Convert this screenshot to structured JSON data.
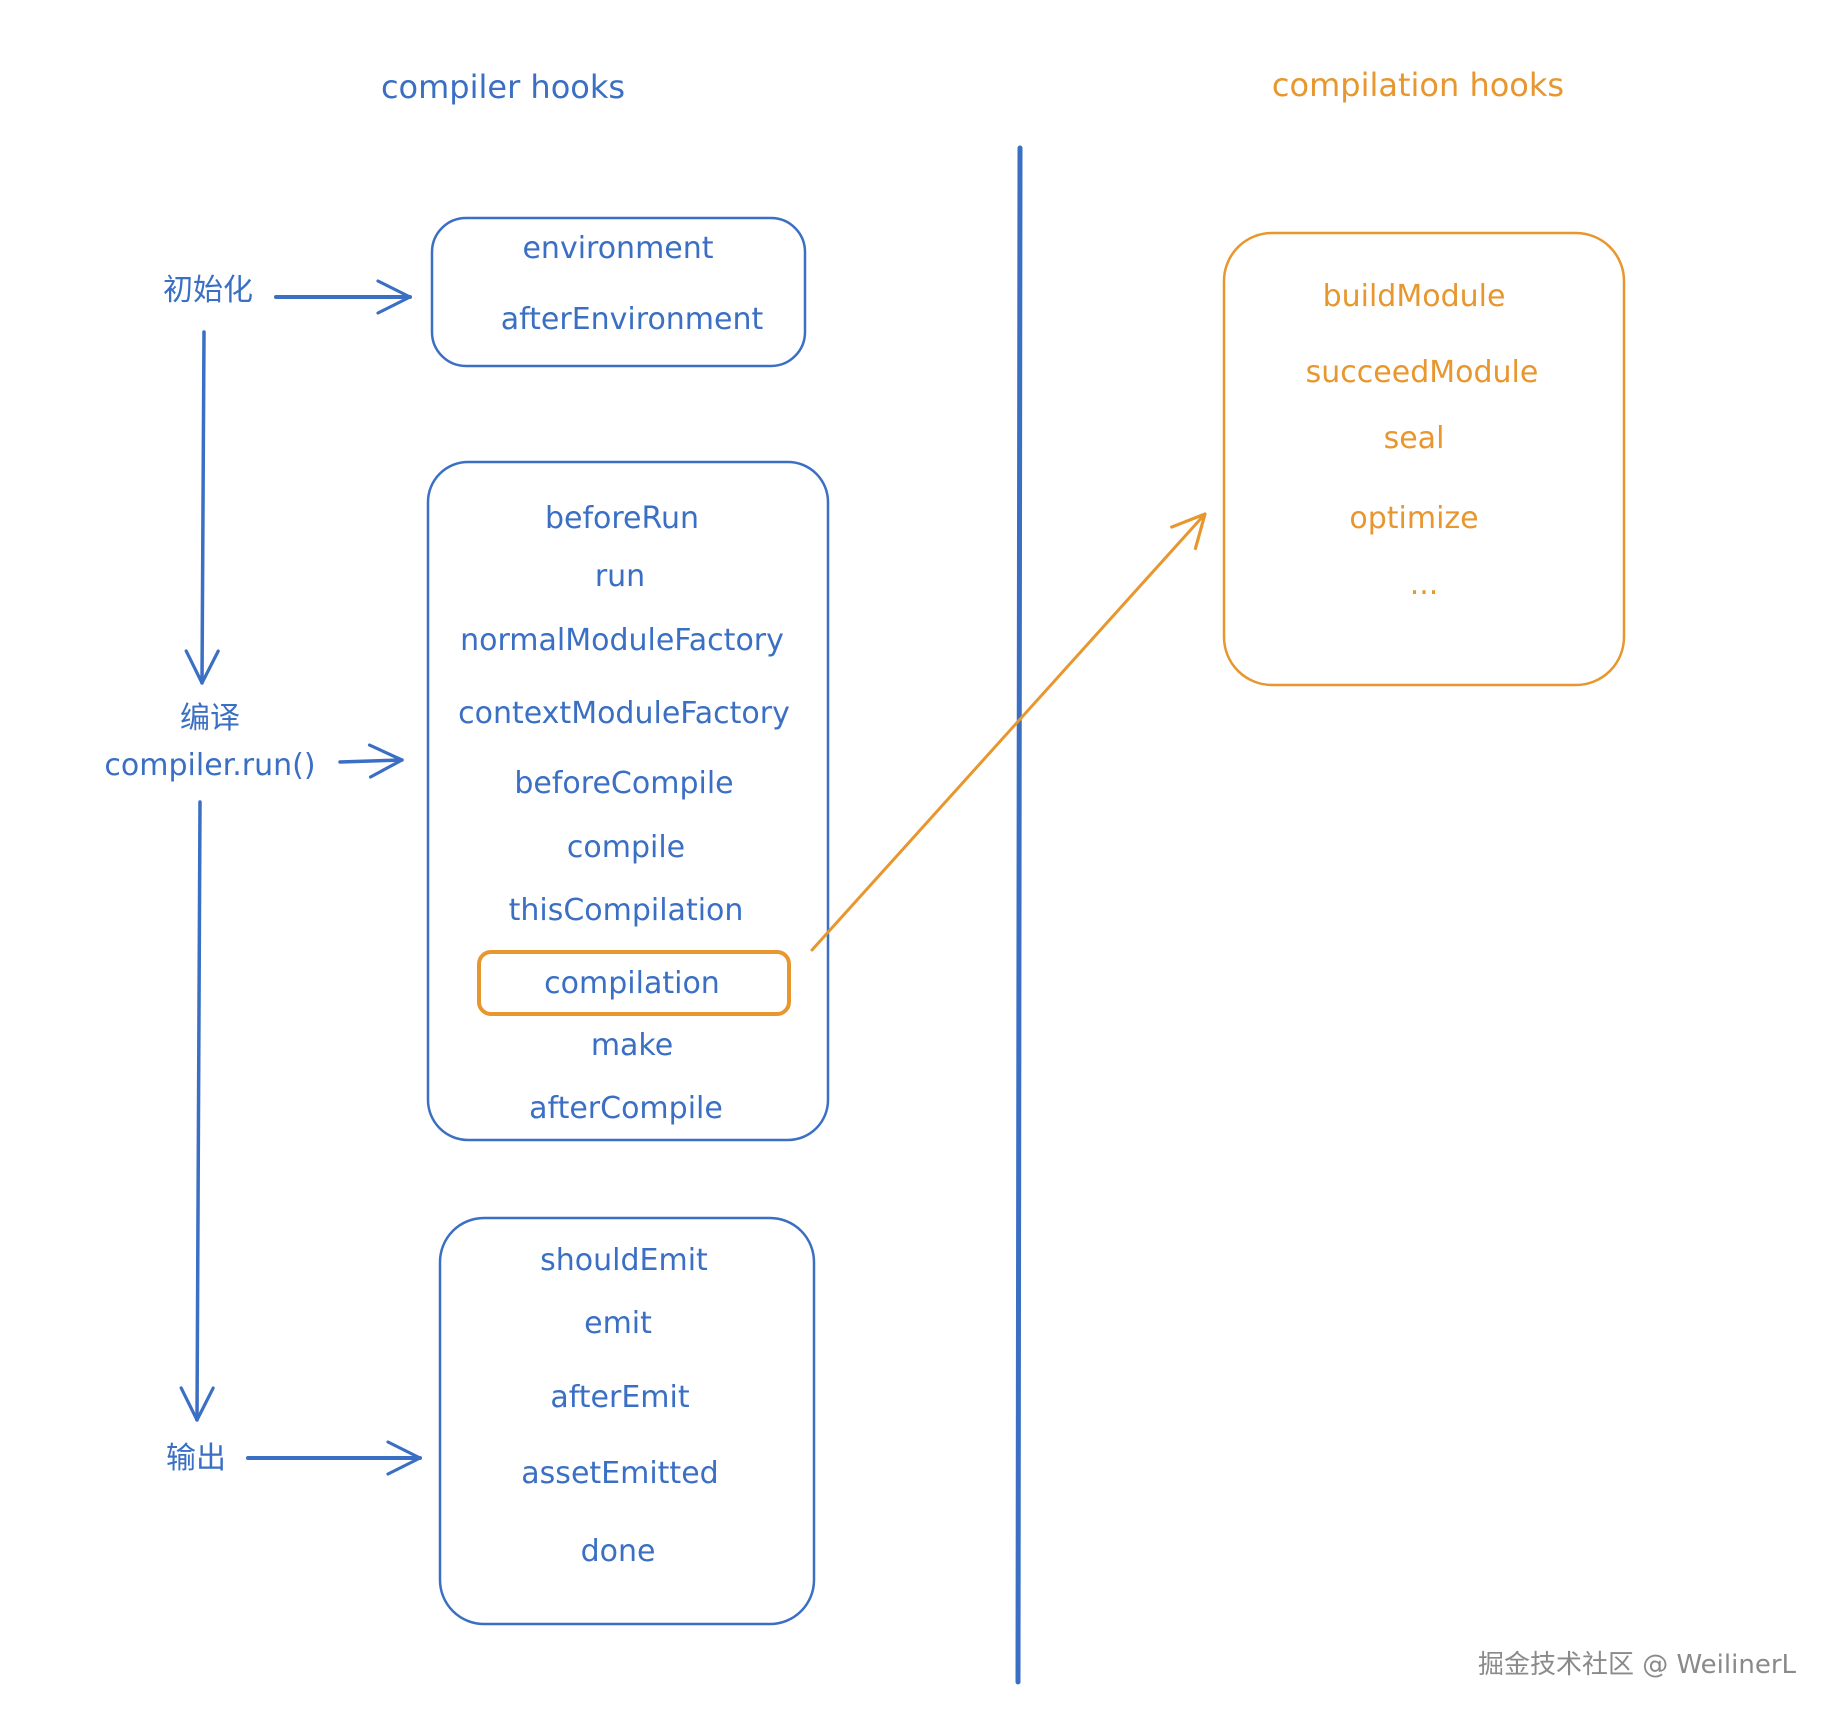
{
  "titles": {
    "compiler": "compiler hooks",
    "compilation": "compilation hooks"
  },
  "stages": {
    "init": "初始化",
    "compile": "编译",
    "compile_call": "compiler.run()",
    "output": "输出"
  },
  "groups": {
    "environment": [
      "environment",
      "afterEnvironment"
    ],
    "run": [
      "beforeRun",
      "run",
      "normalModuleFactory",
      "contextModuleFactory",
      "beforeCompile",
      "compile",
      "thisCompilation",
      "compilation",
      "make",
      "afterCompile"
    ],
    "emit": [
      "shouldEmit",
      "emit",
      "afterEmit",
      "assetEmitted",
      "done"
    ],
    "compilation_hooks": [
      "buildModule",
      "succeedModule",
      "seal",
      "optimize",
      "..."
    ]
  },
  "highlighted_hook": "compilation",
  "watermark": "掘金技术社区 @ WeilinerL",
  "colors": {
    "compiler": "#3a6fc4",
    "compilation": "#e8962e"
  }
}
